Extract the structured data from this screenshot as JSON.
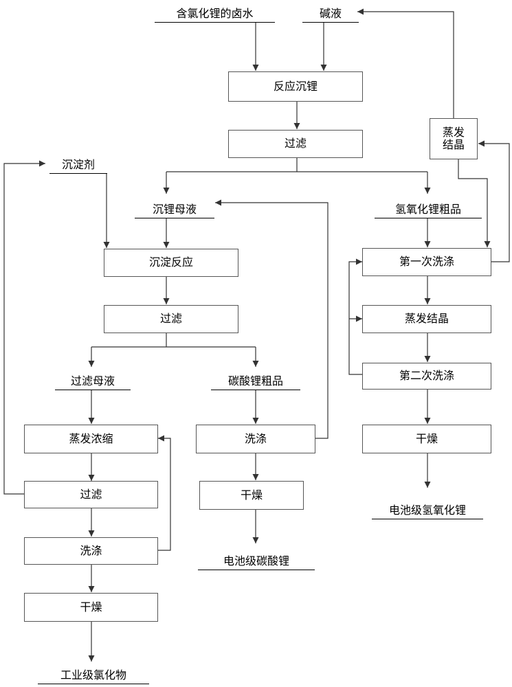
{
  "colors": {
    "line": "#333333",
    "border": "#555555",
    "text": "#000000"
  },
  "inputs": {
    "brine": "含氯化锂的卤水",
    "alkali": "碱液",
    "precipitant": "沉淀剂"
  },
  "intermediates": {
    "mother_liquor_li": "沉锂母液",
    "crude_lioh": "氢氧化锂粗品",
    "filtrate_mother": "过滤母液",
    "crude_li2co3": "碳酸锂粗品"
  },
  "steps": {
    "reaction_li": "反应沉锂",
    "filter_1": "过滤",
    "evap_top_line1": "蒸发",
    "evap_top_line2": "结晶",
    "precip_reaction": "沉淀反应",
    "filter_2": "过滤",
    "evap_concentrate": "蒸发浓缩",
    "filter_3": "过滤",
    "wash_left": "洗涤",
    "dry_left": "干燥",
    "wash_mid": "洗涤",
    "dry_mid": "干燥",
    "wash_first": "第一次洗涤",
    "evap_crystal": "蒸发结晶",
    "wash_second": "第二次洗涤",
    "dry_right": "干燥"
  },
  "outputs": {
    "industrial_chloride": "工业级氯化物",
    "battery_li2co3": "电池级碳酸锂",
    "battery_lioh": "电池级氢氧化锂"
  }
}
